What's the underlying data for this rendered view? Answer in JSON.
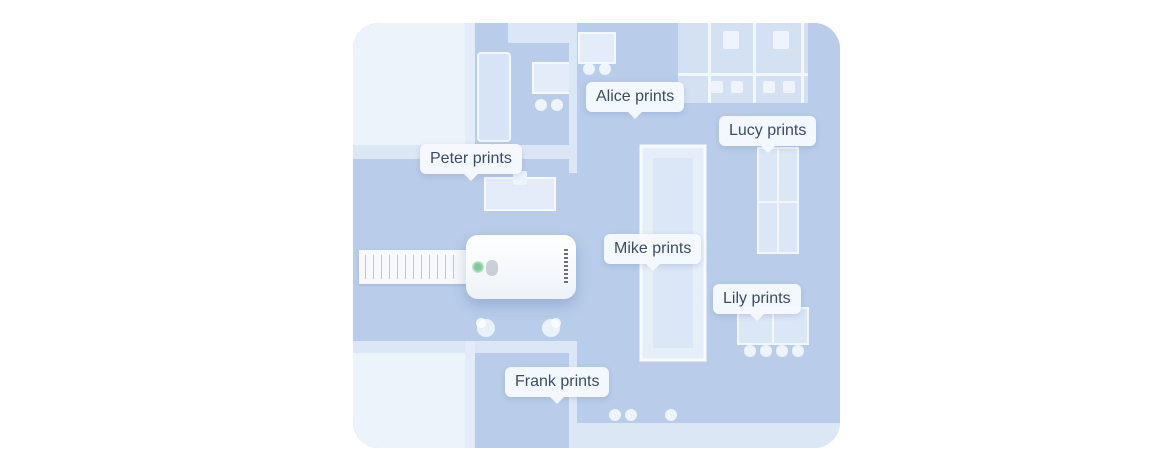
{
  "labels": {
    "alice": "Alice prints",
    "lucy": "Lucy prints",
    "peter": "Peter prints",
    "mike": "Mike prints",
    "lily": "Lily prints",
    "frank": "Frank prints"
  },
  "colors": {
    "floor": "#b9cdea",
    "walls": "#e6eef9",
    "bubble_bg": "#f6f9ff",
    "bubble_text": "#3d4d63"
  },
  "icons": {
    "printer": "printer-icon",
    "plant": "plant-icon"
  }
}
